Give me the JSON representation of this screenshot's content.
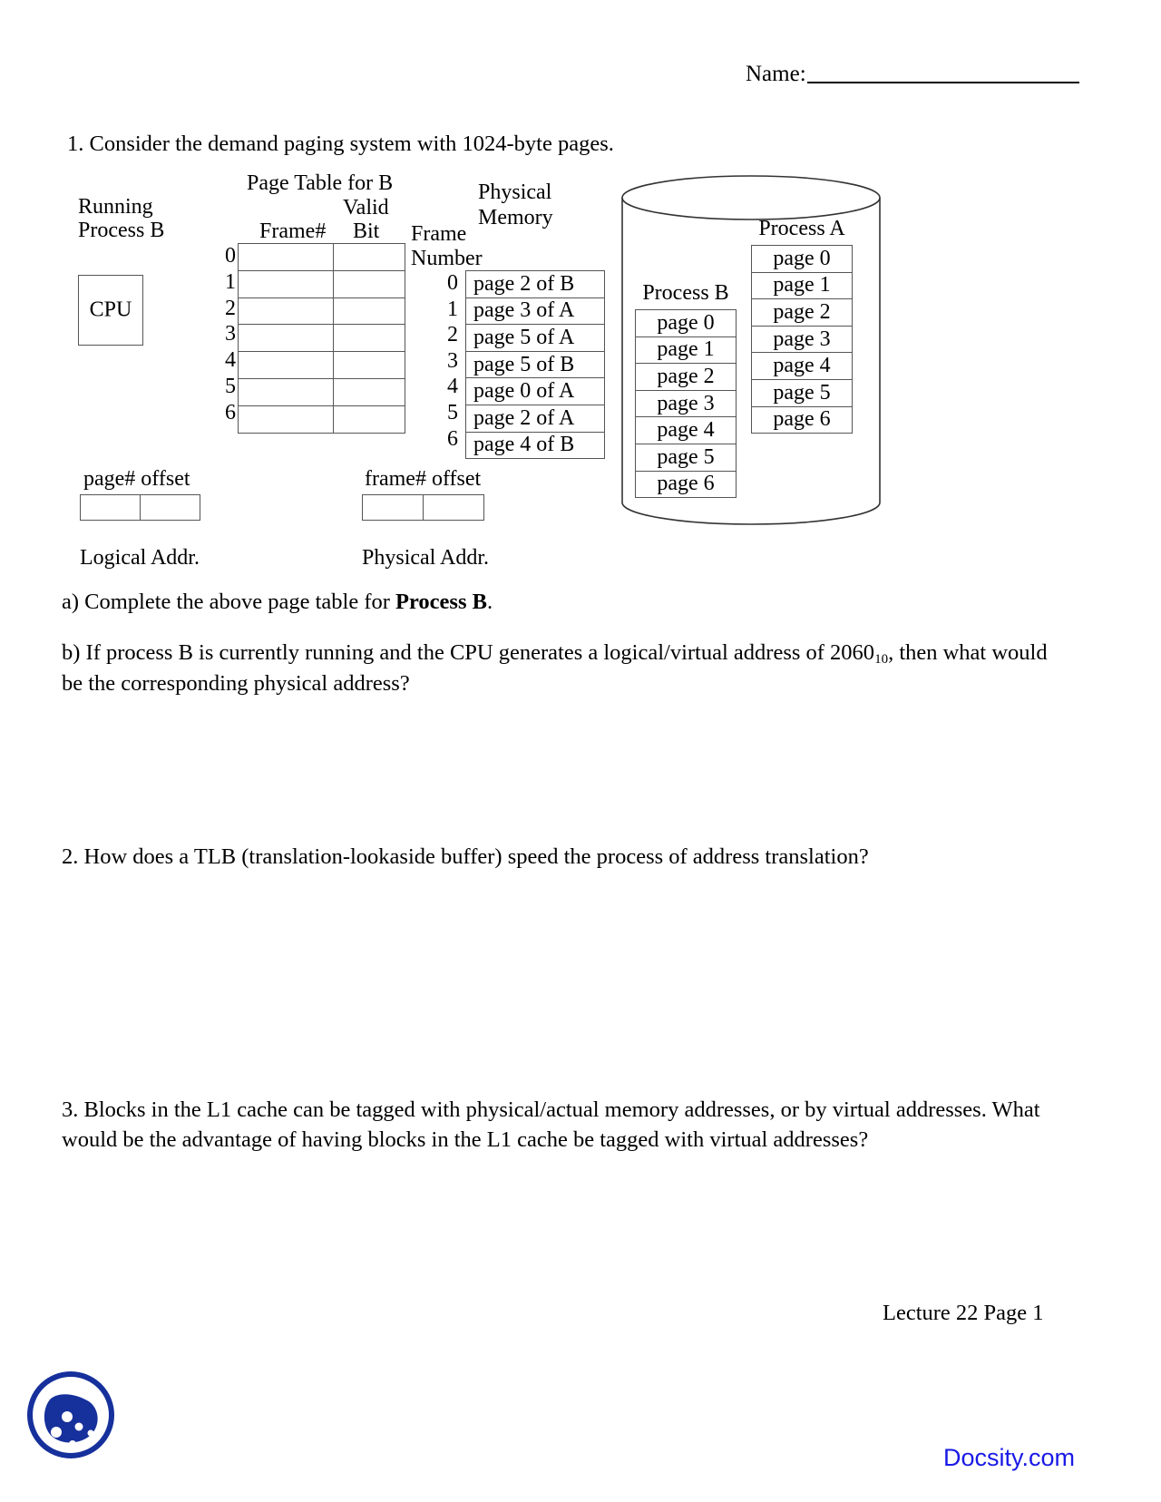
{
  "header": {
    "name_label": "Name:"
  },
  "questions": {
    "q1": "1.  Consider the demand paging system with 1024-byte pages.",
    "qa_prefix": "a)  Complete the above page table for ",
    "qa_bold": "Process B",
    "qa_suffix": ".",
    "qb_part1": "b)  If process B is currently running and the CPU generates a logical/virtual address of 2060",
    "qb_sub": "10",
    "qb_part2": ", then what would be the corresponding physical address?",
    "q2": "2.  How does a TLB (translation-lookaside buffer) speed the process of address translation?",
    "q3": "3.  Blocks in the L1 cache can be tagged with physical/actual memory addresses, or by virtual addresses.  What would be the advantage of having blocks in the L1 cache be tagged with virtual addresses?"
  },
  "figure": {
    "running_label_line1": "Running",
    "running_label_line2": "Process B",
    "cpu_label": "CPU",
    "page_table_title": "Page Table for B",
    "frame_hash_header": "Frame#",
    "valid_header_line1": "Valid",
    "valid_header_line2": "Bit",
    "page_table_row_indices": [
      "0",
      "1",
      "2",
      "3",
      "4",
      "5",
      "6"
    ],
    "page_table_rows": [
      {
        "frame": "",
        "valid": ""
      },
      {
        "frame": "",
        "valid": ""
      },
      {
        "frame": "",
        "valid": ""
      },
      {
        "frame": "",
        "valid": ""
      },
      {
        "frame": "",
        "valid": ""
      },
      {
        "frame": "",
        "valid": ""
      },
      {
        "frame": "",
        "valid": ""
      }
    ],
    "physical_memory_title_line1": "Physical",
    "physical_memory_title_line2": "Memory",
    "frame_number_header_line1": "Frame",
    "frame_number_header_line2": "Number",
    "physical_memory_indices": [
      "0",
      "1",
      "2",
      "3",
      "4",
      "5",
      "6"
    ],
    "physical_memory_contents": [
      "page 2 of B",
      "page 3 of A",
      "page 5 of A",
      "page 5 of B",
      "page 0 of A",
      "page 2 of A",
      "page 4 of B"
    ],
    "logical_addr_header": "page#  offset",
    "logical_addr_caption": "Logical Addr.",
    "physical_addr_header": "frame# offset",
    "physical_addr_caption": "Physical Addr.",
    "disk": {
      "process_b_title": "Process B",
      "process_b_pages": [
        "page 0",
        "page 1",
        "page 2",
        "page 3",
        "page 4",
        "page 5",
        "page 6"
      ],
      "process_a_title": "Process A",
      "process_a_pages": [
        "page 0",
        "page 1",
        "page 2",
        "page 3",
        "page 4",
        "page 5",
        "page 6"
      ]
    }
  },
  "footer": {
    "page_marker": "Lecture 22 Page 1",
    "watermark": "Docsity.com",
    "watermark_color": "#1919e6",
    "logo_color": "#16309c"
  }
}
